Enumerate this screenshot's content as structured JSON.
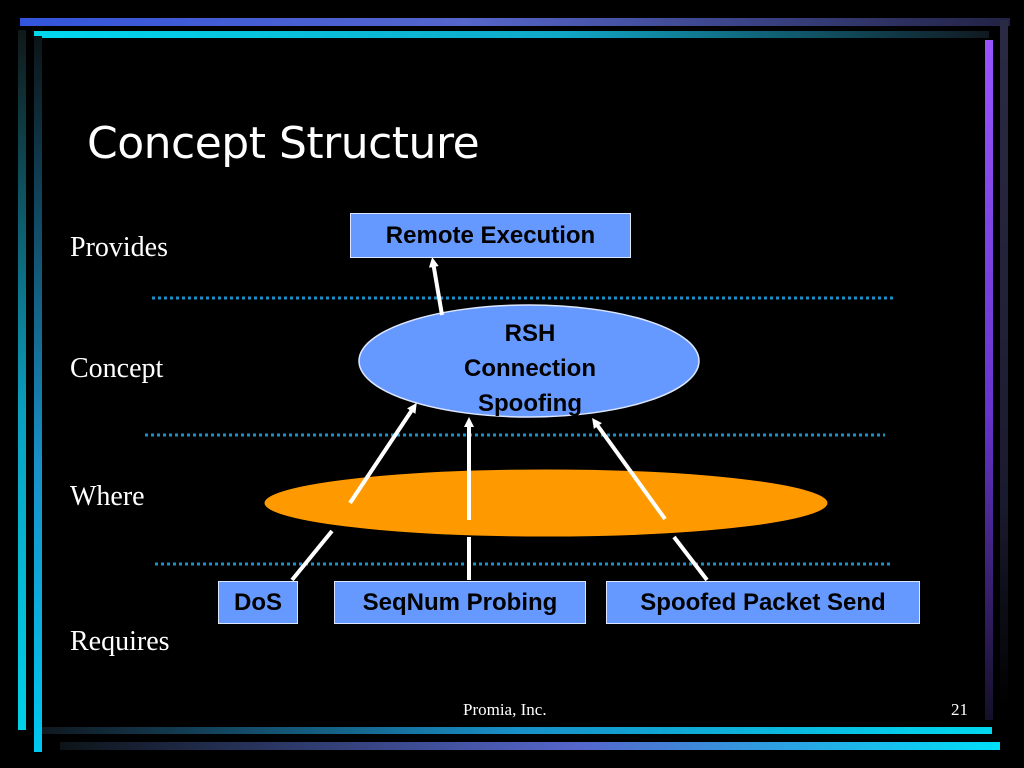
{
  "slide": {
    "title": "Concept Structure",
    "row_labels": {
      "provides": "Provides",
      "concept": "Concept",
      "where": "Where",
      "requires": "Requires"
    },
    "boxes": {
      "remote_execution": "Remote Execution",
      "dos": "DoS",
      "seqnum_probing": "SeqNum Probing",
      "spoofed_packet_send": "Spoofed Packet Send"
    },
    "concept_ellipse": {
      "line1": "RSH",
      "line2": "Connection",
      "line3": "Spoofing"
    },
    "footer": {
      "company": "Promia, Inc.",
      "page_number": "21"
    }
  },
  "colors": {
    "background": "#000000",
    "box_fill": "#6699ff",
    "concept_ellipse_fill": "#6699ff",
    "where_ellipse_fill": "#ff9900",
    "separator": "#1e90c8",
    "arrow": "#ffffff",
    "frame_cyan": "#00c8e6",
    "frame_purple": "#8040ff"
  }
}
